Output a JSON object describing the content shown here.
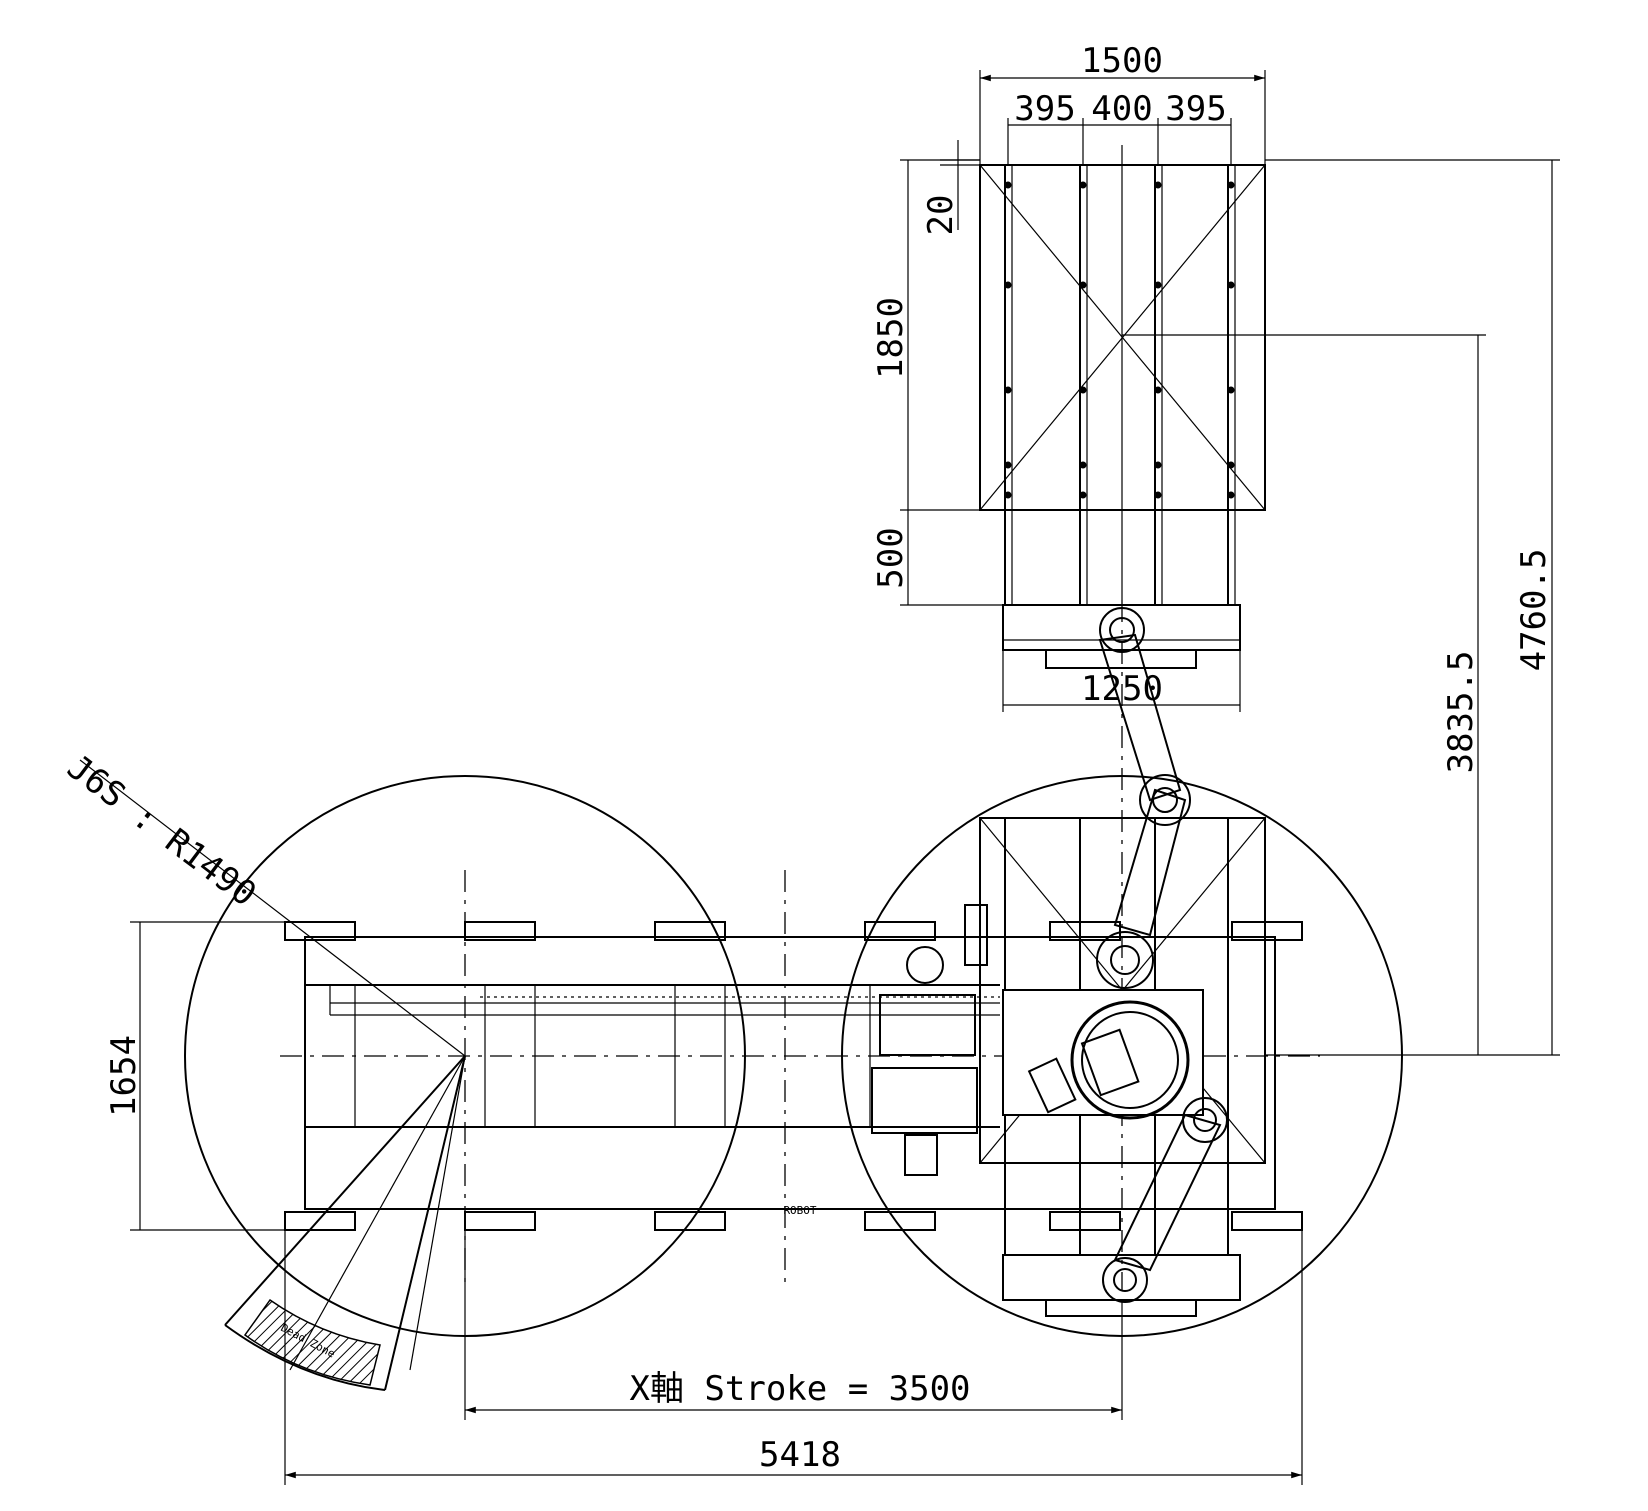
{
  "dimensions": {
    "pallet_width": "1500",
    "col_left": "395",
    "col_mid": "400",
    "col_right": "395",
    "edge_offset": "20",
    "pallet_length": "1850",
    "gap": "500",
    "base_width": "1250",
    "height_center": "3835.5",
    "height_total": "4760.5",
    "frame_width": "1654",
    "stroke": "X軸 Stroke = 3500",
    "total_length": "5418",
    "radius_label": "J6S : R1490"
  },
  "labels": {
    "danger_zone": "Dead Zone",
    "nameplate": "ROBOT"
  }
}
